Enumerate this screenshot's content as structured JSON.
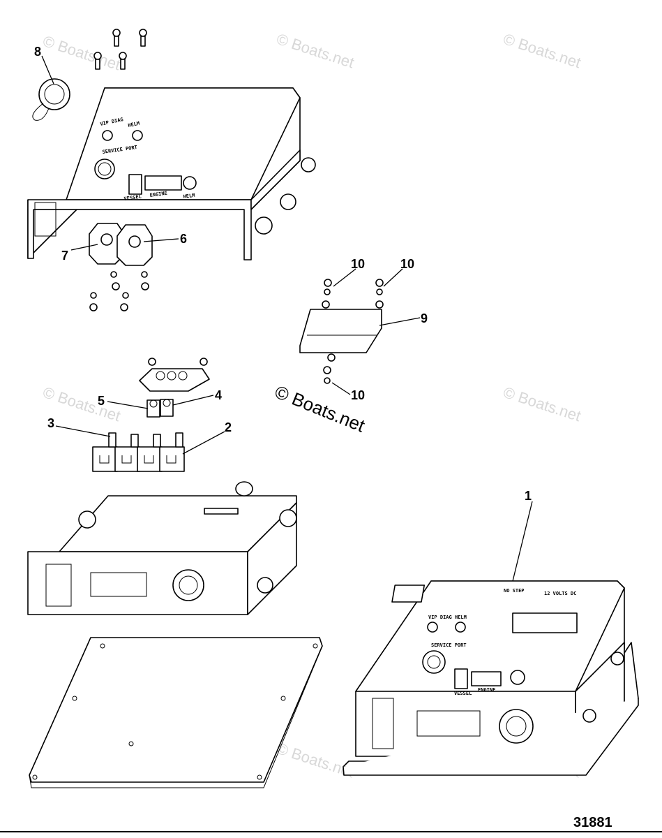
{
  "diagram": {
    "drawing_number": "31881",
    "watermark": "© Boats.net",
    "callouts": [
      "1",
      "2",
      "3",
      "4",
      "5",
      "6",
      "7",
      "8",
      "9",
      "10",
      "10",
      "10"
    ],
    "panel_labels": {
      "vip_diag": "VIP DIAG",
      "helm": "HELM",
      "service_port": "SERVICE PORT",
      "vessel": "VESSEL",
      "engine": "ENGINE",
      "no_step": "NO STEP",
      "volts": "12 VOLTS DC"
    }
  }
}
